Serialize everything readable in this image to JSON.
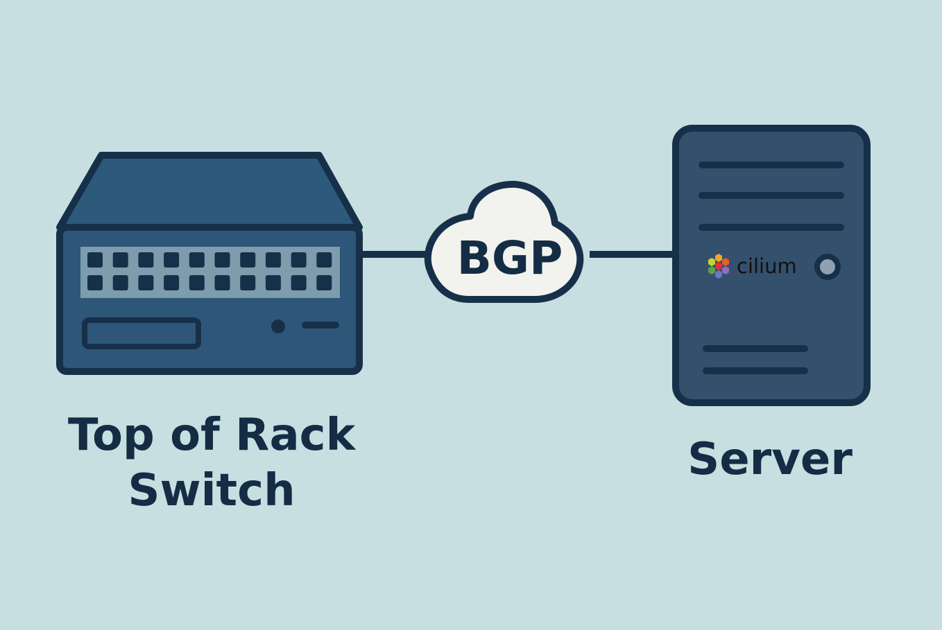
{
  "nodes": {
    "switch": {
      "label": "Top of Rack\nSwitch",
      "line1": "Top of Rack",
      "line2": "Switch"
    },
    "server": {
      "label": "Server",
      "logo_text": "cilium"
    }
  },
  "link": {
    "protocol": "BGP"
  },
  "colors": {
    "background": "#c8dfe1",
    "outline": "#17304a",
    "switch_top": "#2d5a7a",
    "switch_front": "#2e5678",
    "port_panel": "#7d9cac",
    "server_body": "#34506c",
    "cloud_fill": "#f2f3ee",
    "server_button": "#8fa2b4"
  },
  "icons": {
    "switch": "network-switch-icon",
    "server": "server-tower-icon",
    "cloud": "cloud-icon",
    "logo": "cilium-hexagon-logo"
  }
}
